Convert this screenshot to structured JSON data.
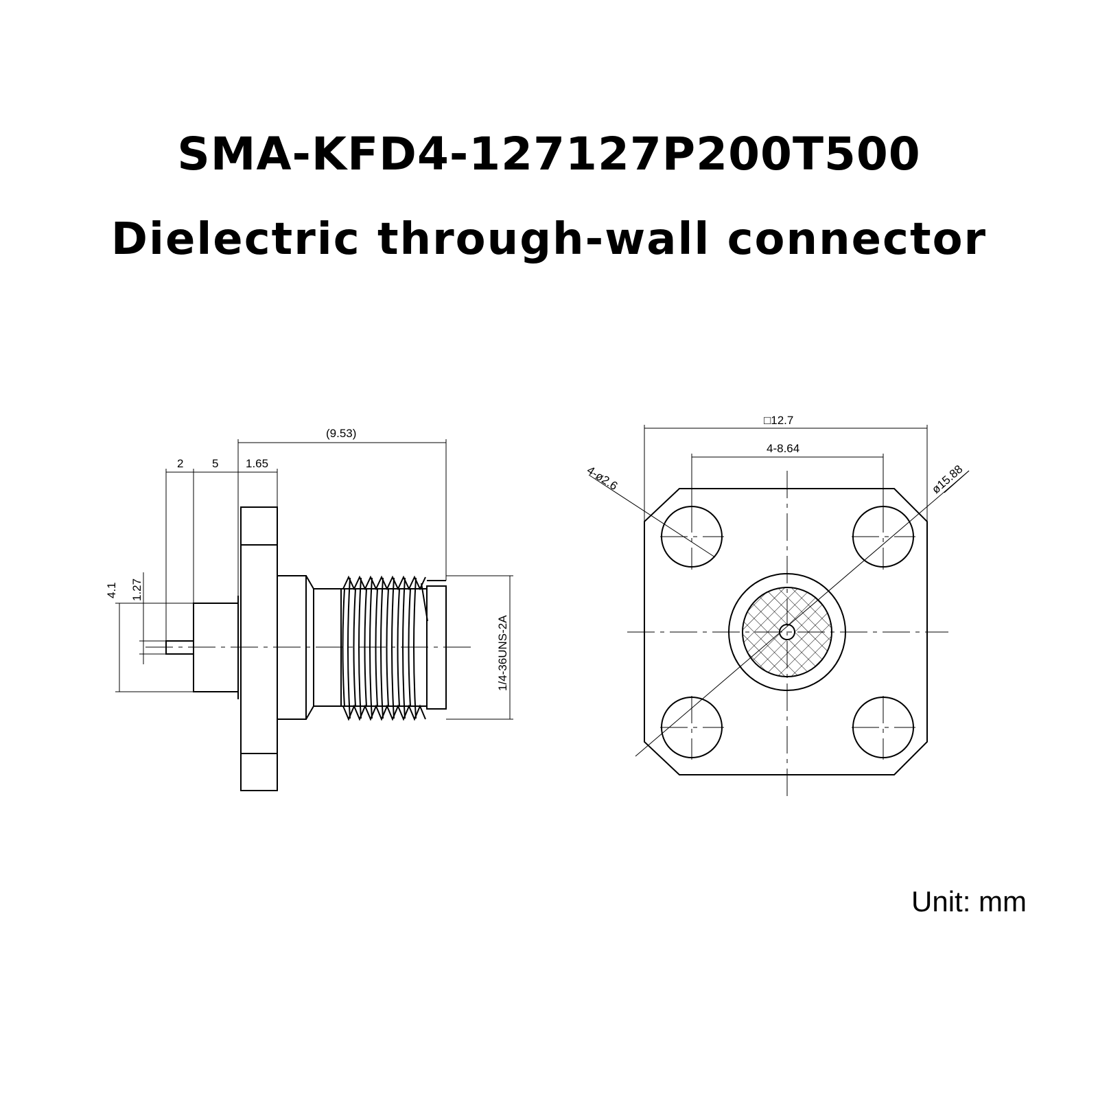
{
  "header": {
    "part_number": "SMA-KFD4-127127P200T500",
    "description": "Dielectric through-wall connector"
  },
  "footer": {
    "unit_label": "Unit: mm"
  },
  "side_view": {
    "dim_overall": "(9.53)",
    "dim_pin": "2",
    "dim_dielectric": "5",
    "dim_flange": "1.65",
    "dim_body_dia": "4.1",
    "dim_pin_dia": "1.27",
    "dim_thread": "1/4-36UNS-2A"
  },
  "front_view": {
    "dim_square": "□12.7",
    "dim_hole_spacing": "4-8.64",
    "dim_hole_dia": "4-ø2.6",
    "dim_bolt_circle": "ø15.88"
  }
}
